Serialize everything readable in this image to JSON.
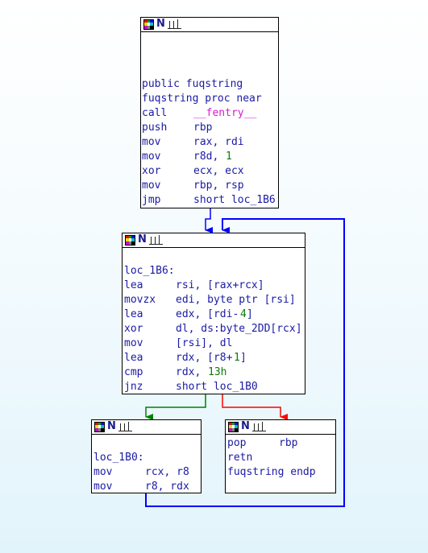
{
  "colors": {
    "edge_blue": "#0000ff",
    "edge_green": "#008000",
    "edge_red": "#ff0000",
    "text": "#1a1aa6",
    "function_name": "#d21dd2",
    "number": "#0d7a0d"
  },
  "node_header": {
    "icons": [
      "colors-icon",
      "n-icon",
      "graph-icon"
    ],
    "n_label": "N"
  },
  "nodes": {
    "entry": {
      "lines": [
        {
          "text": "public fuqstring"
        },
        {
          "text": "fuqstring proc near"
        },
        {
          "mnemonic": "call",
          "operand": "__fentry__",
          "operand_kind": "function"
        },
        {
          "mnemonic": "push",
          "operand": "rbp"
        },
        {
          "mnemonic": "mov",
          "operand": "rax, rdi"
        },
        {
          "mnemonic": "mov",
          "operand": "r8d, ",
          "number": "1"
        },
        {
          "mnemonic": "xor",
          "operand": "ecx, ecx"
        },
        {
          "mnemonic": "mov",
          "operand": "rbp, rsp"
        },
        {
          "mnemonic": "jmp",
          "operand": "short loc_1B6"
        }
      ]
    },
    "loop": {
      "lines": [
        {
          "text": "loc_1B6:"
        },
        {
          "mnemonic": "lea",
          "operand": "rsi, [rax+rcx]"
        },
        {
          "mnemonic": "movzx",
          "operand": "edi, byte ptr [rsi]"
        },
        {
          "mnemonic": "lea",
          "operand": "edx, [rdi-",
          "number": "4",
          "suffix": "]"
        },
        {
          "mnemonic": "xor",
          "operand": "dl, ds:byte_2DD[rcx]"
        },
        {
          "mnemonic": "mov",
          "operand": "[rsi], dl"
        },
        {
          "mnemonic": "lea",
          "operand": "rdx, [r8+",
          "number": "1",
          "suffix": "]"
        },
        {
          "mnemonic": "cmp",
          "operand": "rdx, ",
          "number": "13h"
        },
        {
          "mnemonic": "jnz",
          "operand": "short loc_1B0"
        }
      ]
    },
    "loc_1B0": {
      "lines": [
        {
          "text": "loc_1B0:"
        },
        {
          "mnemonic": "mov",
          "operand": "rcx, r8"
        },
        {
          "mnemonic": "mov",
          "operand": "r8, rdx"
        }
      ]
    },
    "exit": {
      "lines": [
        {
          "mnemonic": "pop",
          "operand": "rbp"
        },
        {
          "mnemonic": "retn",
          "operand": ""
        },
        {
          "text": "fuqstring endp"
        }
      ]
    }
  }
}
